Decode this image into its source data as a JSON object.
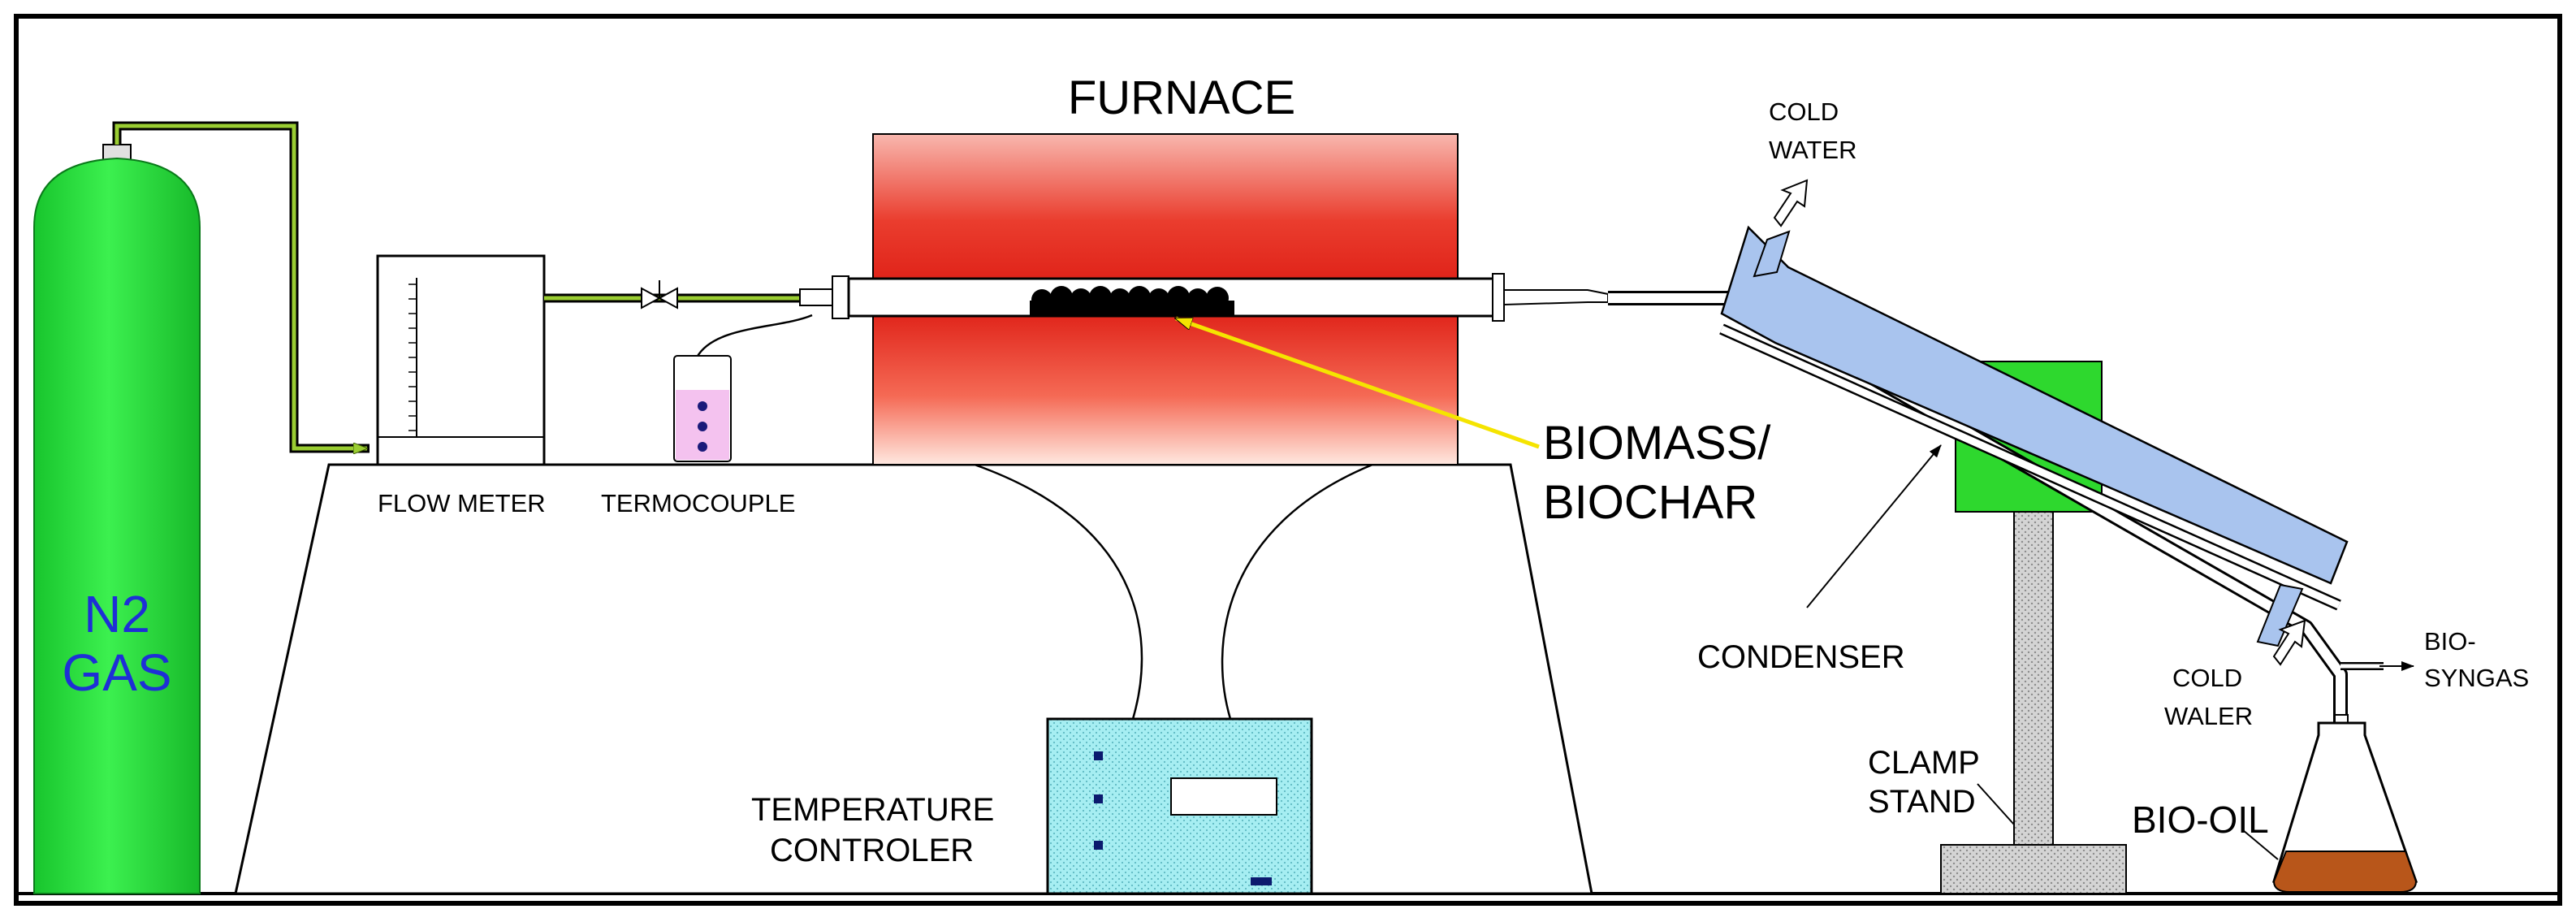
{
  "labels": {
    "furnace": "FURNACE",
    "cold_water_top": [
      "COLD",
      "WATER"
    ],
    "biomass": [
      "BIOMASS/",
      "BIOCHAR"
    ],
    "n2_gas": [
      "N2",
      "GAS"
    ],
    "flow_meter": "FLOW METER",
    "termocouple": "TERMOCOUPLE",
    "condenser": "CONDENSER",
    "bio_syngas": [
      "BIO-",
      "SYNGAS"
    ],
    "cold_waler": [
      "COLD",
      "WALER"
    ],
    "clamp_stand": [
      "CLAMP",
      "STAND"
    ],
    "bio_oil": "BIO-OIL",
    "temperature_controler": [
      "TEMPERATURE",
      "CONTROLER"
    ]
  },
  "colors": {
    "cylinder": "#22e03a",
    "gas_text": "#1e2fd6",
    "gas_line": "#9acd32",
    "furnace_edge": "#e0241a",
    "furnace_core": "#ffe8e0",
    "pointer_arrow": "#f5e400",
    "condenser_jacket": "#a9c4ee",
    "clamp_block": "#2ed82e",
    "controller_box": "#a6eef2",
    "bio_oil": "#b8561a",
    "termocouple_liquid": "#f4c2ef"
  }
}
